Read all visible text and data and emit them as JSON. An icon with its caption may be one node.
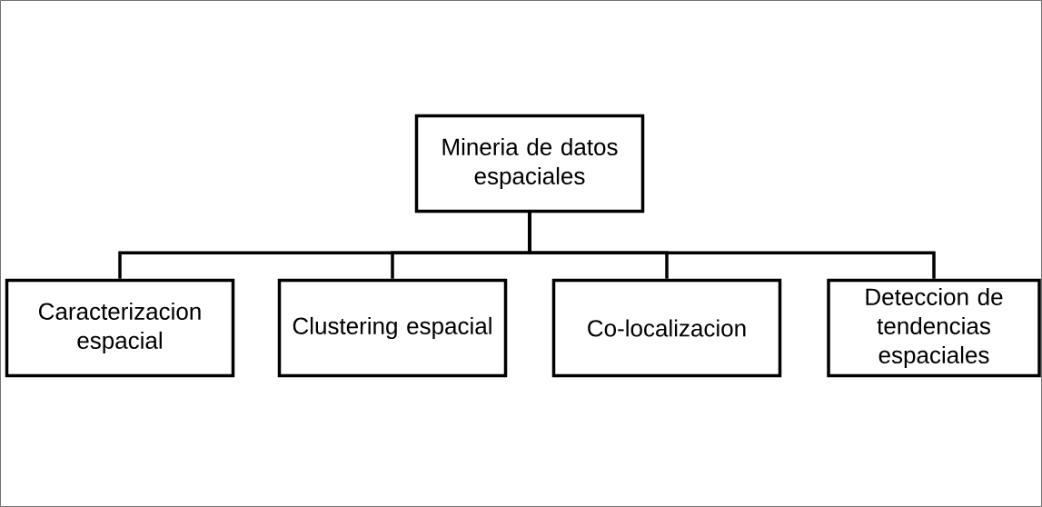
{
  "diagram": {
    "nodes": [
      {
        "text": [
          "Mineria de datos espaciales"
        ]
      },
      {
        "text": [
          "Caracterizacion espacial"
        ]
      },
      {
        "text": [
          "Clustering espacial"
        ]
      },
      {
        "text": [
          "Co-localizacion"
        ]
      },
      {
        "text": [
          "Deteccion de tendencias espaciales"
        ]
      }
    ],
    "edges": [
      {
        "from": 0,
        "to": 1,
        "arrow": "none"
      },
      {
        "from": 0,
        "to": 2,
        "arrow": "none"
      },
      {
        "from": 0,
        "to": 3,
        "arrow": "none"
      },
      {
        "from": 0,
        "to": 4,
        "arrow": "none"
      }
    ]
  }
}
